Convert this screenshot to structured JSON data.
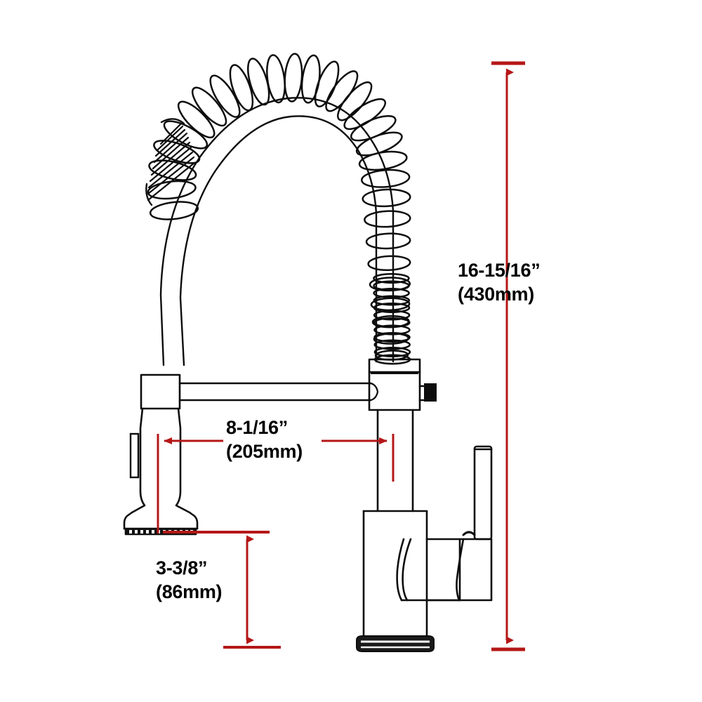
{
  "drawing": {
    "subject": "pull-down spring kitchen faucet",
    "view": "side elevation technical line drawing",
    "background_color": "#ffffff",
    "line_color": "#000000",
    "dimension_color": "#b51717"
  },
  "dimensions": {
    "height": {
      "name": "overall-height",
      "imperial": "16-15/16”",
      "metric": "(430mm)",
      "orientation": "vertical",
      "arrow_style": "double-ended"
    },
    "width": {
      "name": "spout-reach",
      "imperial": "8-1/16”",
      "metric": "(205mm)",
      "orientation": "horizontal",
      "arrow_style": "double-ended-outward"
    },
    "reach": {
      "name": "spray-head-clearance",
      "imperial": "3-3/8”",
      "metric": "(86mm)",
      "orientation": "vertical",
      "arrow_style": "double-ended"
    }
  },
  "parts": {
    "spring_coil": "coiled spring hose arch",
    "hose": "flexible inner hose",
    "spray_head": "pull-down spray head",
    "spray_face": "aerator nozzle face",
    "side_button": "spray mode toggle button",
    "support_arm": "horizontal support arm",
    "collar": "swivel collar block",
    "side_nub": "side outlet nub",
    "column": "vertical body column",
    "body": "lower faucet body",
    "handle": "lever handle",
    "base_plate": "deck mounting base plate"
  }
}
